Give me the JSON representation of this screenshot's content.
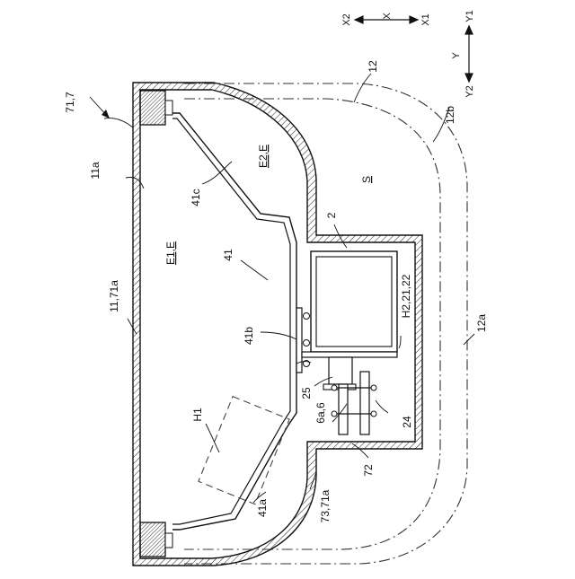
{
  "diagram": {
    "labels": {
      "ref_71_7": "71,7",
      "ref_11a": "11a",
      "ref_11_71a": "11,71a",
      "ref_41c": "41c",
      "ref_E2E": "E2,E",
      "ref_E1E": "E1,E",
      "ref_41": "41",
      "ref_41b": "41b",
      "ref_H1": "H1",
      "ref_41a": "41a",
      "ref_73_71a": "73,71a",
      "ref_72": "72",
      "ref_24": "24",
      "ref_6a_6": "6a,6",
      "ref_25": "25",
      "ref_H2": "H2,21,22",
      "ref_2": "2",
      "ref_S": "S",
      "ref_12": "12",
      "ref_12b": "12b",
      "ref_12a": "12a"
    },
    "axes": {
      "x2": "X2",
      "x": "X",
      "x1": "X1",
      "y1": "Y1",
      "y": "Y",
      "y2": "Y2"
    }
  }
}
